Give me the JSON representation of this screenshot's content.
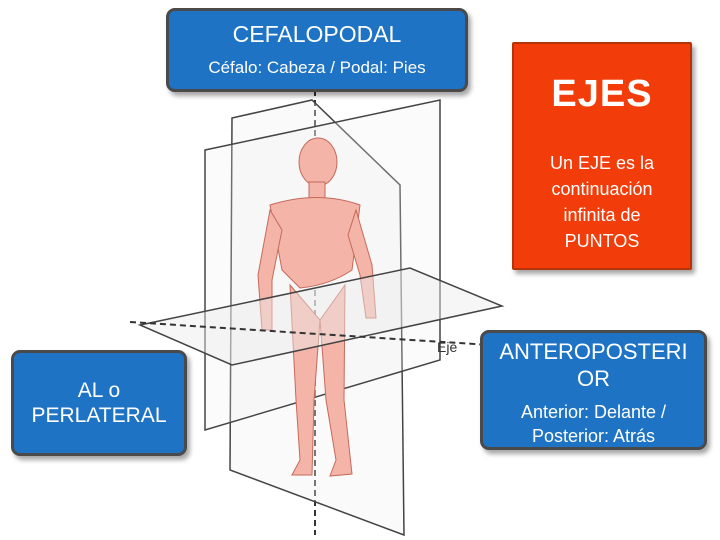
{
  "cefalopodal": {
    "title": "CEFALOPODAL",
    "subtitle": "Céfalo: Cabeza / Podal: Pies"
  },
  "ejes": {
    "title": "EJES",
    "body": "Un EJE es la continuación infinita de PUNTOS"
  },
  "lateral": {
    "title": "AL o PERLATERAL"
  },
  "anteroposterior": {
    "title": "ANTEROPOSTERIOR",
    "subtitle": "Anterior: Delante / Posterior: Atrás"
  },
  "figure": {
    "eje_label": "Eje"
  },
  "colors": {
    "box_blue": "#1f73c4",
    "box_red": "#f23c09",
    "skin": "#f5b4a8"
  }
}
